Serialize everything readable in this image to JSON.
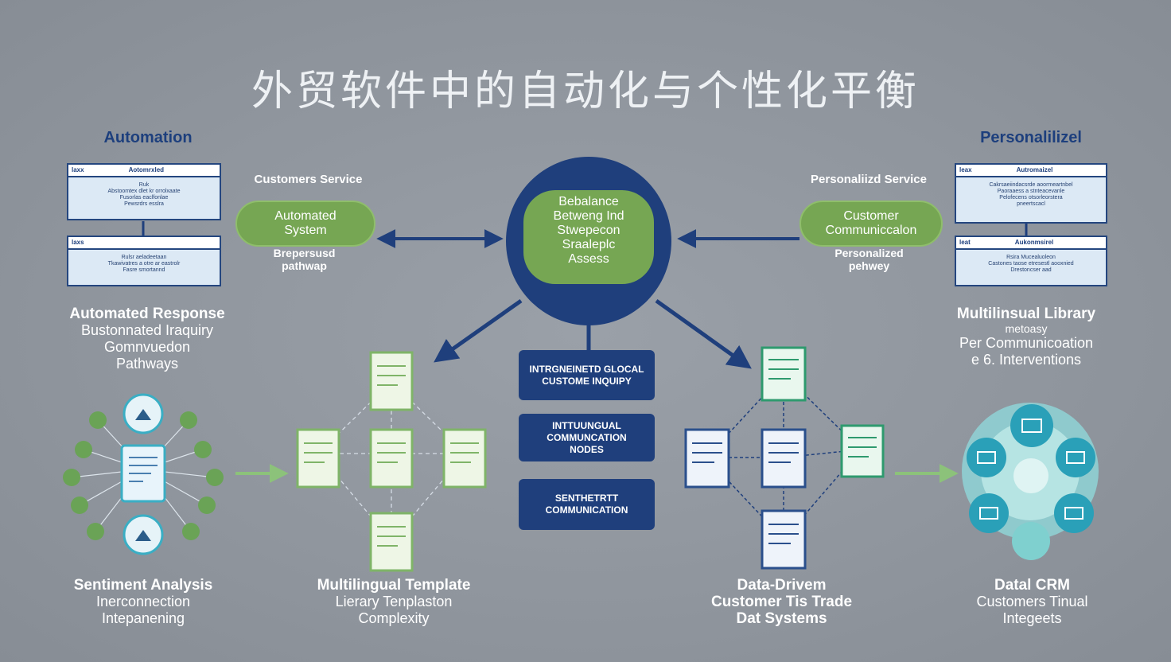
{
  "title": "外贸软件中的自动化与个性化平衡",
  "left": {
    "heading": "Automation",
    "panel1": {
      "head_a": "laxx",
      "head_b": "Aotomrxled",
      "lines": [
        "Ruk",
        "Abstoomtex dlet kr orrolxaate",
        "Fusorlas eaclfonlae",
        "Pewsrdrs esslra"
      ]
    },
    "panel2": {
      "head_a": "laxs",
      "head_b": "",
      "lines": [
        "Rulsr aeladeetaan",
        "Tkawivatres a otre ar eastrolr",
        "Fasre smortannd"
      ]
    },
    "service_label": "Customers Service",
    "pill_line1": "Automated",
    "pill_line2": "System",
    "pathway_line1": "Brepersusd",
    "pathway_line2": "pathwap",
    "caption_lines": [
      "Automated Response",
      "Bustonnated Iraquiry",
      "Gomnvuedon",
      "Pathways"
    ]
  },
  "center": {
    "circle_lines": [
      "Bebalance",
      "Betweng Ind",
      "Stwepecon",
      "Sraaleplc",
      "Assess"
    ],
    "box1_line1": "INTRGNEINETD GLOCAL",
    "box1_line2": "CUSTOME INQUIPY",
    "box2_line1": "INTTUUNGUAL",
    "box2_line2": "COMMUNCATION",
    "box2_line3": "NODES",
    "box3_line1": "SENTHETRTT",
    "box3_line2": "COMMUNICATION"
  },
  "right": {
    "heading": "Personalilizel",
    "panel1": {
      "head_a": "leax",
      "head_b": "Autromaizel",
      "lines": [
        "Cakrsaeiindacsrde aoormeartnbel",
        "Paoraaess a stnteacevanle",
        "Pelofecens otsorleorstera",
        "pneertscacl"
      ]
    },
    "panel2": {
      "head_a": "leat",
      "head_b": "Aukonmsirel",
      "lines": [
        "Rsira Mucealuoleon",
        "Castones taose etresestl aooxnied",
        "Drestoncser aad"
      ]
    },
    "service_label": "Personaliizd Service",
    "pill_line1": "Customer",
    "pill_line2": "Communiccalon",
    "pathway_line1": "Personalized",
    "pathway_line2": "pehwey",
    "caption_lines": [
      "Multilinsual Library",
      "metoasy",
      "Per Communicoation",
      "e 6. Interventions"
    ]
  },
  "bottom": {
    "c1": [
      "Sentiment Analysis",
      "Inerconnection",
      "Intepanening"
    ],
    "c2": [
      "Multilingual Template",
      "Lierary Tenplaston",
      "Complexity"
    ],
    "c3": [
      "Data-Drivem",
      "Customer Tis Trade",
      "Dat Systems"
    ],
    "c4": [
      "Datal CRM",
      "Customers Tinual",
      "Integeets"
    ]
  },
  "colors": {
    "navy": "#1f3f7c",
    "green": "#76a653",
    "teal": "#3fb0c5",
    "background": "#8f959d"
  }
}
